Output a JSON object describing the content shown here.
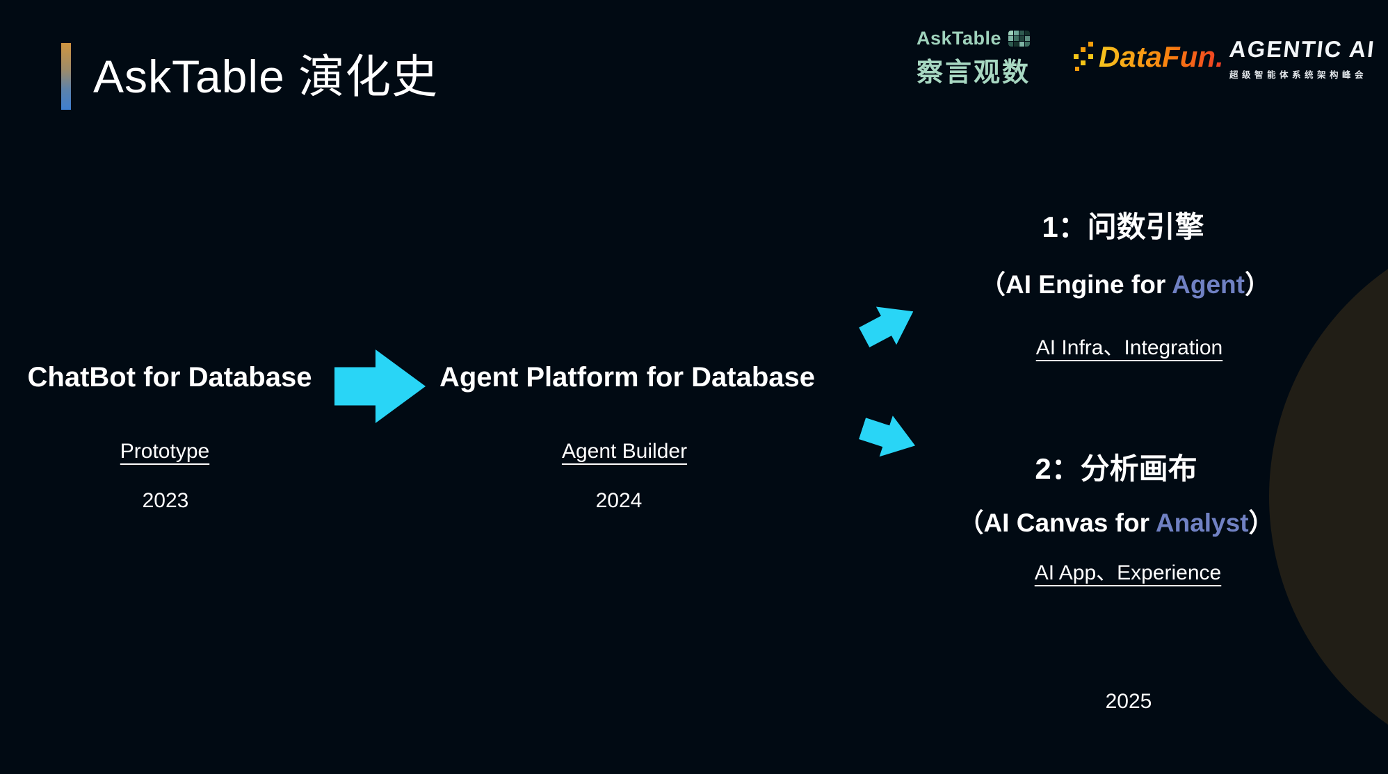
{
  "slide": {
    "title": "AskTable 演化史"
  },
  "logos": {
    "asktable": {
      "name": "AskTable",
      "tagline": "察言观数"
    },
    "datafun": {
      "name": "DataFun."
    },
    "agentic": {
      "name": "AGENTIC AI",
      "tagline": "超级智能体系统架构峰会"
    }
  },
  "timeline": {
    "stage1": {
      "title": "ChatBot for Database",
      "label": "Prototype",
      "year": "2023"
    },
    "stage2": {
      "title": "Agent Platform for Database",
      "label": "Agent Builder",
      "year": "2024"
    },
    "branch1": {
      "title": "1：问数引擎",
      "subtitle_prefix": "（AI Engine for ",
      "highlight": "Agent",
      "subtitle_suffix": "）",
      "label": "AI Infra、Integration"
    },
    "branch2": {
      "title": "2：分析画布",
      "subtitle_prefix": "（AI Canvas for ",
      "highlight": "Analyst",
      "subtitle_suffix": "）",
      "label": "AI App、Experience"
    },
    "year_future": "2025"
  },
  "colors": {
    "background": "#010A13",
    "accent_cyan": "#29D5F6",
    "highlight_blue": "#7081C3",
    "circle_fill": "#211E16",
    "asktable_logo_green": "#A5D6C0",
    "datafun_gradient_start": "#F7C31E",
    "datafun_gradient_end": "#EF3B24",
    "title_bar_gradient_top": "#D09540",
    "title_bar_gradient_bottom": "#3E7FD0"
  }
}
